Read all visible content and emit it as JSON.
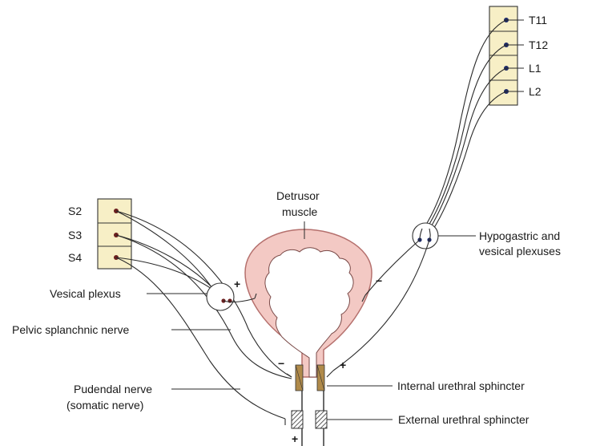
{
  "spinal_segments": {
    "thoracolumbar": [
      "T11",
      "T12",
      "L1",
      "L2"
    ],
    "sacral": [
      "S2",
      "S3",
      "S4"
    ]
  },
  "labels": {
    "detrusor_line1": "Detrusor",
    "detrusor_line2": "muscle",
    "hypogastric_line1": "Hypogastric and",
    "hypogastric_line2": "vesical plexuses",
    "vesical_plexus": "Vesical plexus",
    "pelvic_splanchnic": "Pelvic splanchnic nerve",
    "pudendal_line1": "Pudendal nerve",
    "pudendal_line2": "(somatic nerve)",
    "internal_sphincter": "Internal urethral sphincter",
    "external_sphincter": "External urethral sphincter"
  },
  "signs": {
    "vesical_to_detrusor": "+",
    "hypogastric_to_detrusor": "−",
    "parasymp_to_internal": "−",
    "symp_to_internal": "+",
    "pudendal_to_external": "+"
  },
  "colors": {
    "segment_box": "#f7efc6",
    "bladder_fill": "#f3c9c4",
    "bladder_stroke": "#b5706d",
    "sympathetic_dot": "#1e2a66",
    "parasympathetic_dot": "#6b1f1f"
  }
}
